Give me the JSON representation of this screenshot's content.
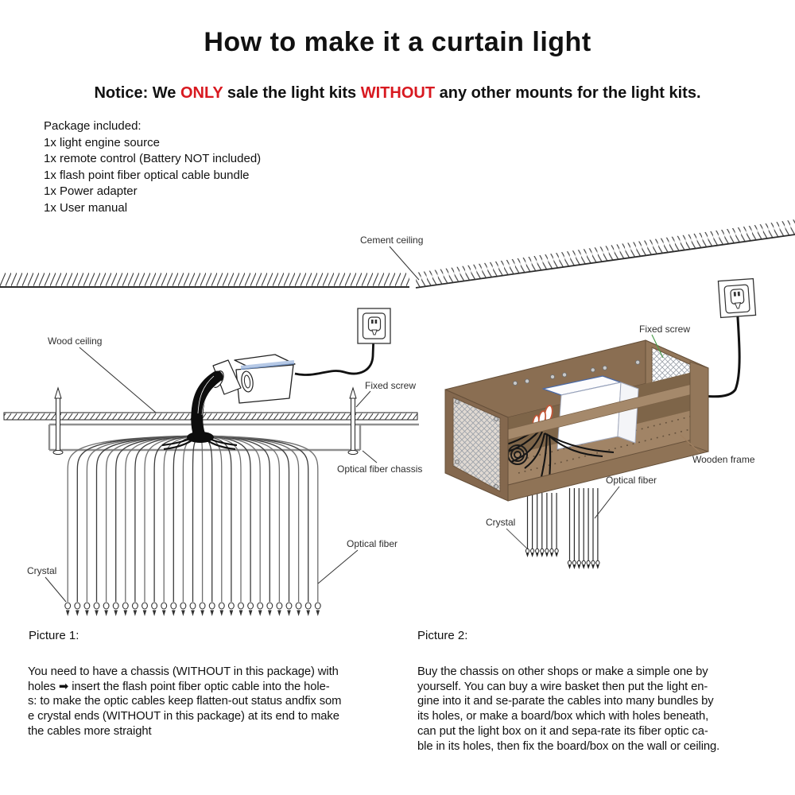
{
  "title": "How to make it a curtain light",
  "notice": {
    "prefix": "Notice: We ",
    "only": "ONLY",
    "mid": " sale the light kits ",
    "without": "WITHOUT",
    "suffix": " any other mounts for the light kits.",
    "accent_color": "#d81920"
  },
  "package": {
    "heading": "Package included:",
    "items": [
      "1x light engine source",
      "1x remote control (Battery NOT included)",
      "1x flash point fiber optical cable bundle",
      "1x Power adapter",
      "1x User manual"
    ]
  },
  "diagram": {
    "labels": {
      "cement_ceiling": "Cement ceiling",
      "wood_ceiling": "Wood ceiling",
      "fixed_screw_left": "Fixed screw",
      "optical_fiber_chassis": "Optical fiber chassis",
      "optical_fiber_left": "Optical fiber",
      "crystal_left": "Crystal",
      "fixed_screw_right": "Fixed screw",
      "wooden_frame": "Wooden frame",
      "optical_fiber_right": "Optical fiber",
      "crystal_right": "Crystal"
    },
    "label_colors": {
      "fixed_screw_right": "#4f9e4f",
      "wooden_frame": "#a08060",
      "crystal_right": "#9b51a0",
      "default": "#2e2e2e"
    },
    "frame_color": "#8a6e52"
  },
  "picture1": {
    "label": "Picture 1:",
    "lines": [
      "You need to have a chassis (WITHOUT in this package) with",
      "holes ➡ insert the flash point fiber optic cable into the hole-",
      "s: to make the optic cables keep flatten-out status andfix som",
      "e crystal ends (WITHOUT in this package) at its end to make",
      "the cables more straight"
    ]
  },
  "picture2": {
    "label": "Picture 2:",
    "lines": [
      "Buy the chassis on other shops or make a simple one by",
      "yourself. You can buy a wire basket then put the light en-",
      "gine into it and se-parate the cables into many bundles by",
      "its holes, or make a board/box which with holes beneath,",
      "can put the light box on it and sepa-rate its fiber optic ca-",
      "ble in its holes, then fix the board/box on the wall or ceiling."
    ]
  }
}
